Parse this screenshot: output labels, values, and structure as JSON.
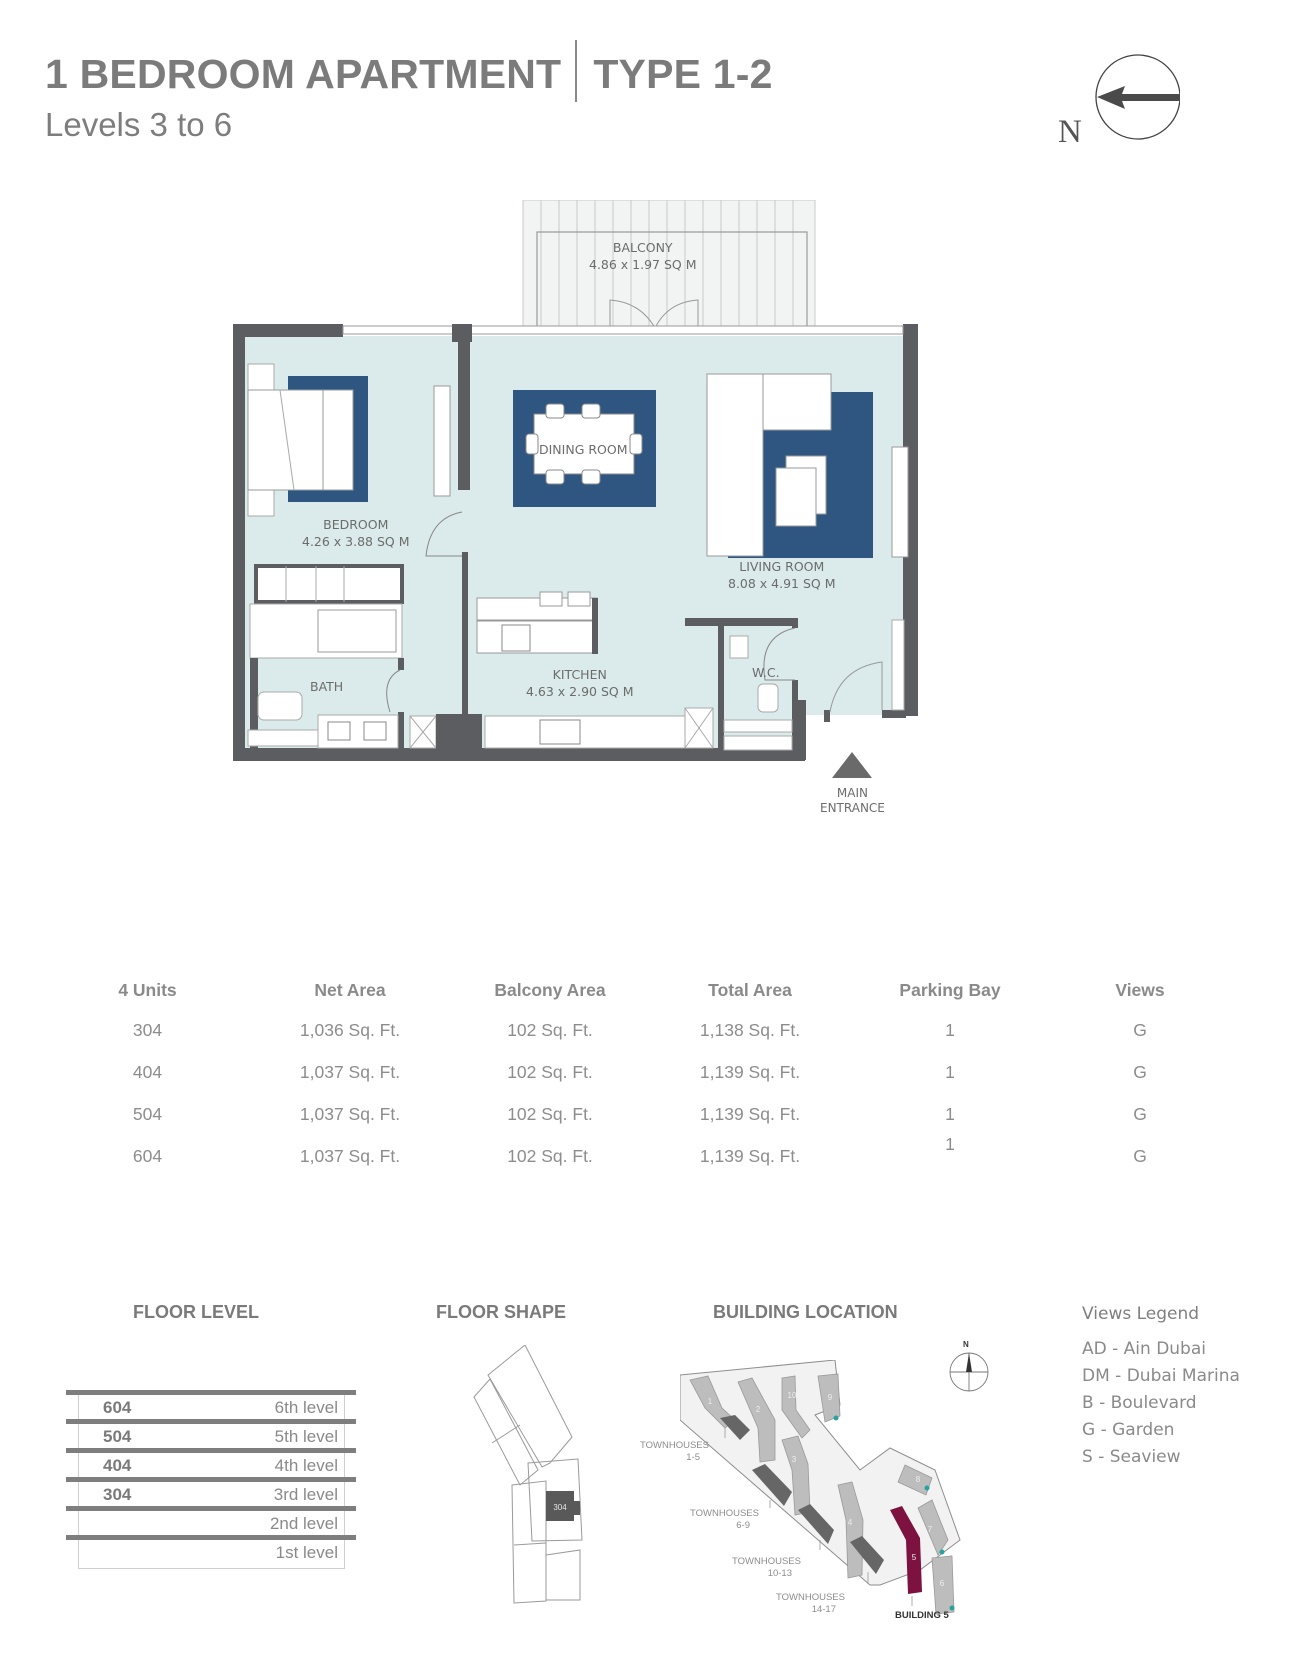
{
  "header": {
    "title": "1 BEDROOM APARTMENT",
    "type": "TYPE 1-2",
    "subtitle": "Levels 3 to 6"
  },
  "compass": {
    "label": "N",
    "icon": "north-arrow-icon"
  },
  "floorplan": {
    "rooms": [
      {
        "name": "BALCONY",
        "size": "4.86 x 1.97 SQ M"
      },
      {
        "name": "DINING ROOM",
        "size": ""
      },
      {
        "name": "BEDROOM",
        "size": "4.26 x 3.88 SQ M"
      },
      {
        "name": "LIVING ROOM",
        "size": "8.08 x 4.91 SQ M"
      },
      {
        "name": "KITCHEN",
        "size": "4.63 x 2.90 SQ M"
      },
      {
        "name": "BATH",
        "size": ""
      },
      {
        "name": "W.C.",
        "size": ""
      }
    ],
    "entrance": {
      "line1": "MAIN",
      "line2": "ENTRANCE"
    },
    "colors": {
      "floor": "#dbeaea",
      "wall": "#5b5d60",
      "rug": "#2f5680",
      "balcony": "#f1f2f2"
    }
  },
  "units_table": {
    "headers": [
      "4 Units",
      "Net Area",
      "Balcony Area",
      "Total Area",
      "Parking Bay",
      "Views"
    ],
    "rows": [
      [
        "304",
        "1,036 Sq. Ft.",
        "102 Sq. Ft.",
        "1,138 Sq. Ft.",
        "1",
        "G"
      ],
      [
        "404",
        "1,037 Sq. Ft.",
        "102 Sq. Ft.",
        "1,139 Sq. Ft.",
        "1",
        "G"
      ],
      [
        "504",
        "1,037 Sq. Ft.",
        "102 Sq. Ft.",
        "1,139 Sq. Ft.",
        "1",
        "G"
      ],
      [
        "604",
        "1,037 Sq. Ft.",
        "102 Sq. Ft.",
        "1,139 Sq. Ft.",
        "1",
        "G"
      ]
    ]
  },
  "floor_level": {
    "title": "FLOOR LEVEL",
    "levels": [
      {
        "unit": "604",
        "level": "6th level"
      },
      {
        "unit": "504",
        "level": "5th level"
      },
      {
        "unit": "404",
        "level": "4th level"
      },
      {
        "unit": "304",
        "level": "3rd level"
      },
      {
        "unit": "",
        "level": "2nd level"
      },
      {
        "unit": "",
        "level": "1st level"
      }
    ]
  },
  "floor_shape": {
    "title": "FLOOR SHAPE",
    "highlight_unit": "304"
  },
  "building_location": {
    "title": "BUILDING LOCATION",
    "north": "N",
    "labels": [
      {
        "line1": "TOWNHOUSES",
        "line2": "1-5"
      },
      {
        "line1": "TOWNHOUSES",
        "line2": "6-9"
      },
      {
        "line1": "TOWNHOUSES",
        "line2": "10-13"
      },
      {
        "line1": "TOWNHOUSES",
        "line2": "14-17"
      }
    ],
    "highlight": "BUILDING 5",
    "buildings": [
      "1",
      "2",
      "3",
      "4",
      "5",
      "6",
      "7",
      "8",
      "9",
      "10"
    ],
    "highlight_color": "#7d1240"
  },
  "views_legend": {
    "title": "Views Legend",
    "items": [
      "AD - Ain Dubai",
      "DM - Dubai Marina",
      "B - Boulevard",
      "G - Garden",
      "S - Seaview"
    ]
  }
}
